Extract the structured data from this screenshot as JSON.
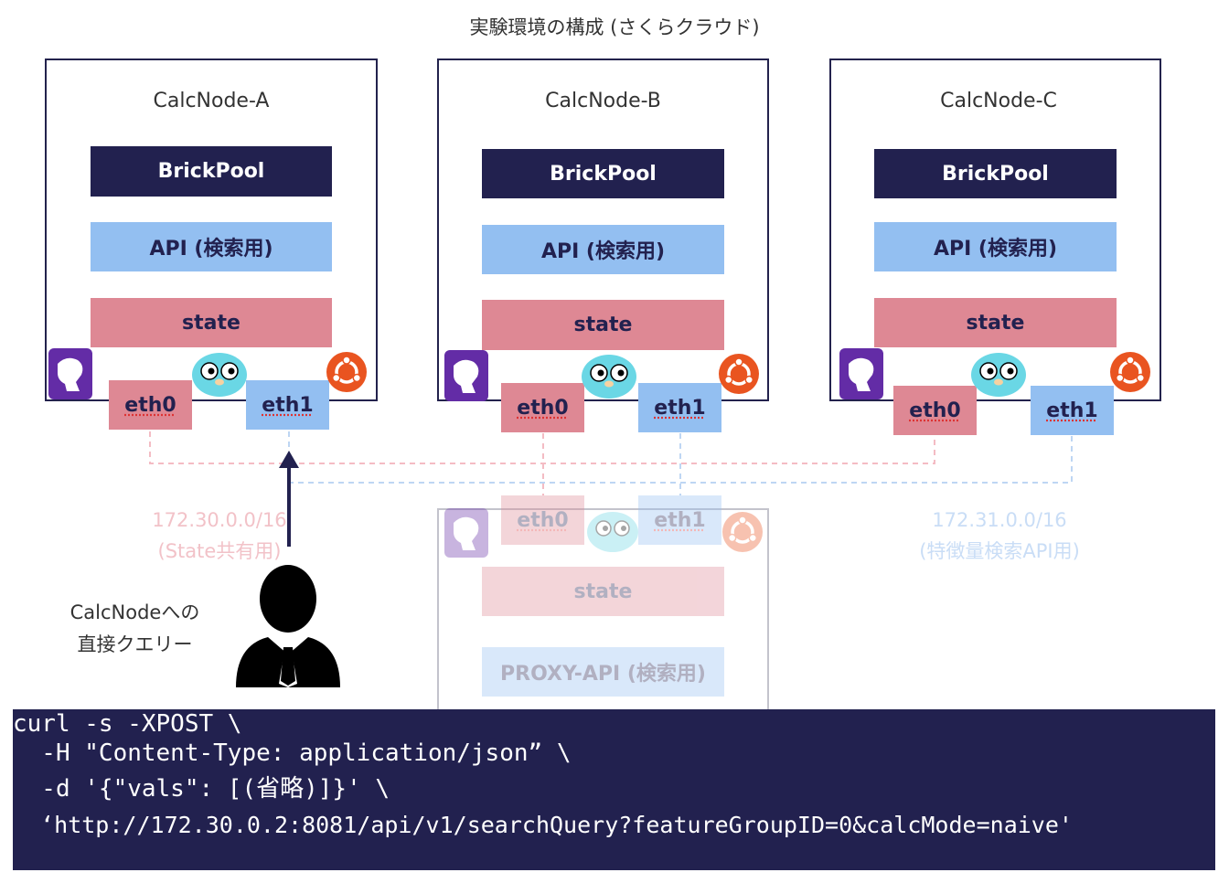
{
  "title": "実験環境の構成 (さくらクラウド)",
  "nodes": [
    {
      "name": "CalcNode-A",
      "brickpool": "BrickPool",
      "api": "API (検索用)",
      "state": "state",
      "eth0": "eth0",
      "eth1": "eth1"
    },
    {
      "name": "CalcNode-B",
      "brickpool": "BrickPool",
      "api": "API (検索用)",
      "state": "state",
      "eth0": "eth0",
      "eth1": "eth1"
    },
    {
      "name": "CalcNode-C",
      "brickpool": "BrickPool",
      "api": "API (検索用)",
      "state": "state",
      "eth0": "eth0",
      "eth1": "eth1"
    }
  ],
  "proxy": {
    "eth0": "eth0",
    "eth1": "eth1",
    "state": "state",
    "api": "PROXY-API (検索用)"
  },
  "networks": {
    "state_net": {
      "cidr": "172.30.0.0/16",
      "label": "(State共有用)"
    },
    "search_net": {
      "cidr": "172.31.0.0/16",
      "label": "(特徴量検索API用)"
    }
  },
  "user_label": {
    "line1": "CalcNodeへの",
    "line2": "直接クエリー"
  },
  "code": {
    "line1": "curl -s -XPOST \\",
    "line2": "  -H \"Content-Type: application/json” \\",
    "line3": "  -d '{\"vals\": [(省略)]}' \\",
    "line4": "  ‘http://172.30.0.2:8081/api/v1/searchQuery?featureGroupID=0&calcMode=naive'"
  },
  "colors": {
    "navy": "#22214f",
    "api_blue": "#93bff1",
    "state_pink": "#de8894",
    "ubuntu": "#e95420",
    "gopher": "#6ad7e5",
    "datadog": "#632ca6"
  }
}
